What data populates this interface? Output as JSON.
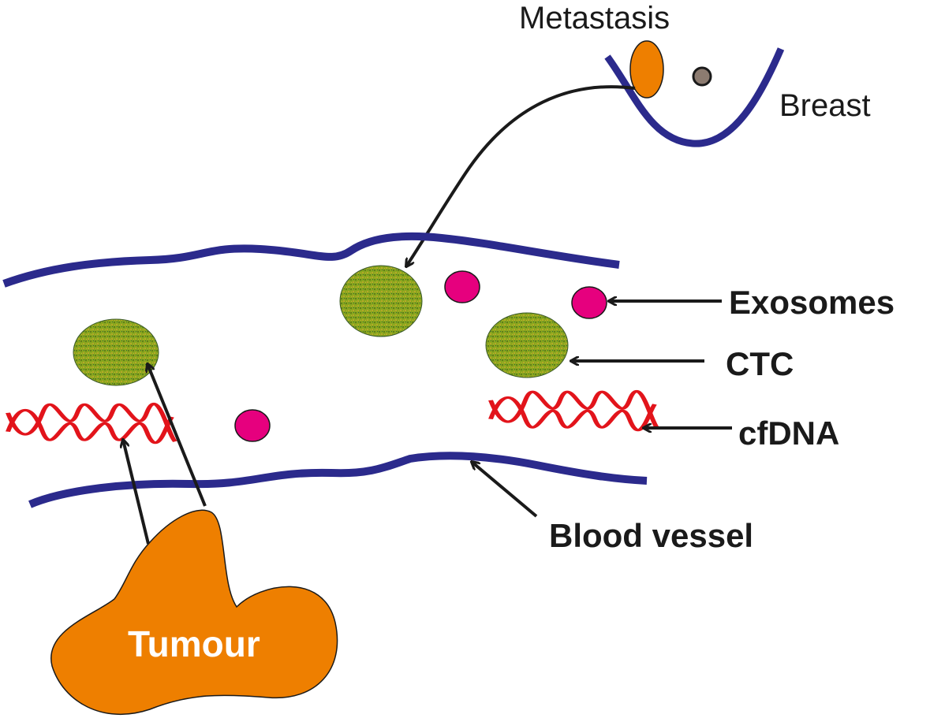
{
  "labels": {
    "metastasis": "Metastasis",
    "breast": "Breast",
    "exosomes": "Exosomes",
    "ctc": "CTC",
    "cfdna": "cfDNA",
    "blood_vessel": "Blood vessel",
    "tumour": "Tumour"
  },
  "colors": {
    "vessel_wall": "#2b2a8c",
    "tumour": "#ee7f00",
    "ctc_cell": "#8aa61e",
    "exosome": "#e6007e",
    "dna": "#e2141b",
    "arrow": "#1a1a1a",
    "small_cell": "#8c7b70"
  }
}
